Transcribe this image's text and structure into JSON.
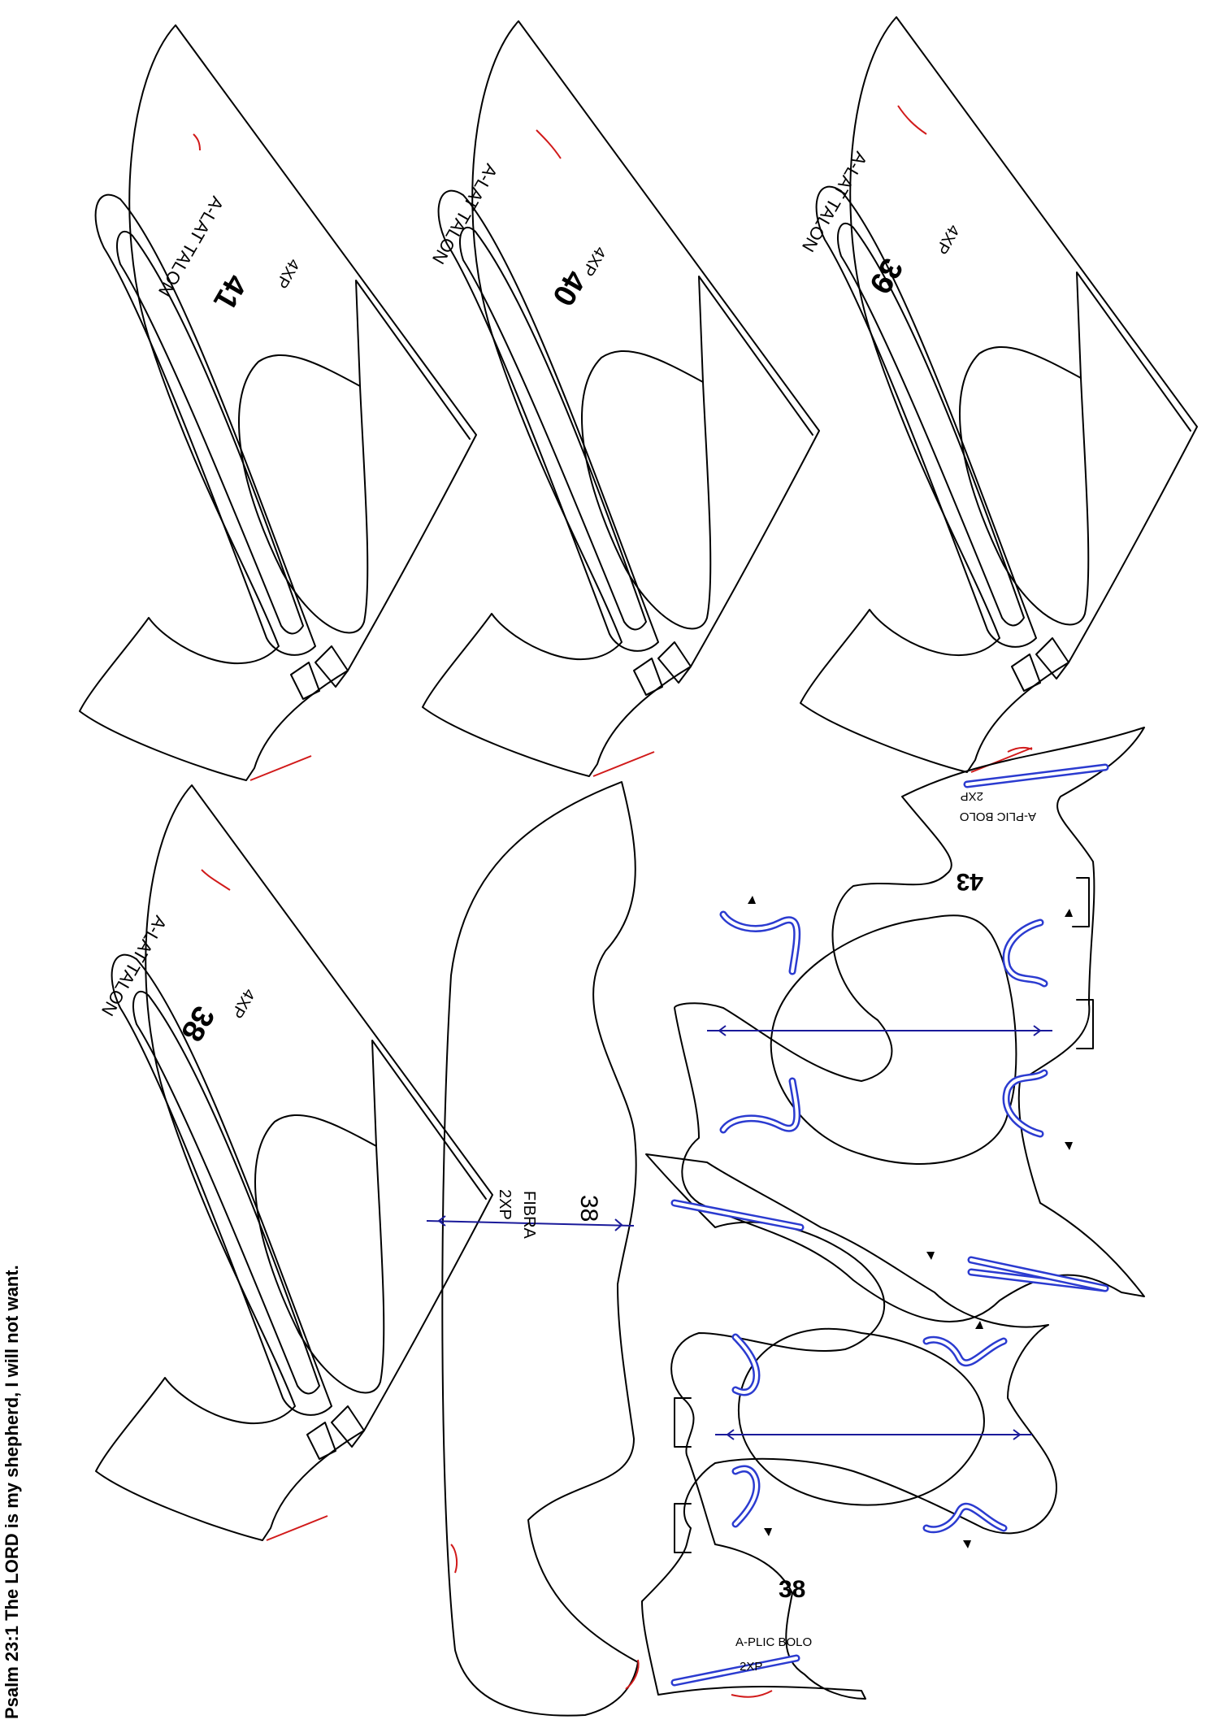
{
  "side_caption": "Psalm 23:1 The LORD is my shepherd, I will not want.",
  "colors": {
    "cut_line": "#000000",
    "seam_line": "#d11a1a",
    "guide_line": "#1a1a9a",
    "slot": "#2b3bd0"
  },
  "talon_pieces": [
    {
      "size": "41",
      "name": "A-LAT TALON",
      "qty": "4XP"
    },
    {
      "size": "40",
      "name": "A-LAT TALON",
      "qty": "4XP"
    },
    {
      "size": "39",
      "name": "A-LAT TALON",
      "qty": "4XP"
    },
    {
      "size": "38",
      "name": "A-LAT TALON",
      "qty": "4XP"
    }
  ],
  "fibra_piece": {
    "size": "38",
    "name": "FIBRA",
    "qty": "2XP"
  },
  "bolo_pieces": [
    {
      "size": "43",
      "name": "A-PLIC BOLO",
      "qty": "2XP"
    },
    {
      "size": "38",
      "name": "A-PLIC BOLO",
      "qty": "2XP"
    }
  ]
}
